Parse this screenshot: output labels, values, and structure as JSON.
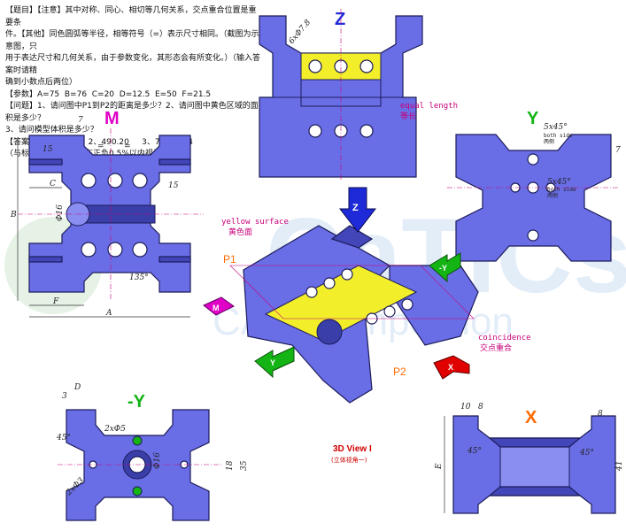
{
  "problem_text": {
    "line1": "【题目】【注意】其中对称、同心、相切等几何关系，交点重合位置是重要条",
    "line2": "件。【其他】同色圆弧等半径，相等符号（=）表示尺寸相同。（截图为示意图，只",
    "line3": "用于表达尺寸和几何关系，由于参数变化，其形态会有所变化。）（输入答案时请精",
    "line4": "确到小数点后两位）",
    "line5": "【参数】A=75  B=76  C=20  D=12.5  E=50  F=21.5",
    "line6": "【问题】1、请问图中P1到P2的距离是多少？2、请问图中黄色区域的面积是多少？",
    "line7": "3、请问模型体积是多少？",
    "line8": "【答案】 1、87.02     2、490.20     3、79100.84",
    "line9": "（与标准答案相对误差在正负0.5%以内视为正确）"
  },
  "views": {
    "m_label": "M",
    "z_label": "Z",
    "y_label": "Y",
    "negy_label": "-Y",
    "x_label": "X"
  },
  "dimensions": {
    "m": {
      "d7": "7",
      "d15a": "15",
      "d15b": "15",
      "C": "C",
      "B": "B",
      "phi16": "Φ16",
      "F": "F",
      "A": "A",
      "ang135": "135°",
      "eq1": "=",
      "eq2": "="
    },
    "z": {
      "hole": "6xΦ7.8"
    },
    "y": {
      "chamfer": "5x45°",
      "both_side": "both side",
      "both_side_cn": "两侧",
      "chamfer2": "5x45°",
      "both_side2": "both side",
      "both_side_cn2": "两侧",
      "d7": "7"
    },
    "negy": {
      "D": "D",
      "d3": "3",
      "ang45": "45°",
      "holes2": "2xΦ5",
      "holes2b": "2xΦ3",
      "phi16": "Φ16",
      "d18": "18",
      "d35": "35"
    },
    "x": {
      "d10": "10",
      "d8a": "8",
      "d8b": "8",
      "ang45a": "45°",
      "ang45b": "45°",
      "E": "E",
      "d41": "41"
    }
  },
  "annotations": {
    "equal_length": "equal length",
    "equal_length_cn": "等长",
    "yellow_surface": "yellow surface",
    "yellow_surface_cn": "黄色面",
    "p1": "P1",
    "p2": "P2",
    "coincidence": "coincidence",
    "coincidence_cn": "交点重合",
    "view3d": "3D View I",
    "view3d_cn": "(立体视角一)",
    "arrow_z": "Z",
    "arrow_y": "Y",
    "arrow_negy": "-Y",
    "arrow_m": "M",
    "arrow_x": "X"
  },
  "watermark": {
    "word1": "CaTICs",
    "word2": "CAD Competition"
  },
  "colors": {
    "body": "#6a6ee6",
    "body_dark": "#4246b8",
    "yellow": "#f2ee2a",
    "label_pink": "#e000c8",
    "label_green": "#14b414",
    "label_orange": "#ff6a00",
    "label_blue": "#1e2ad8",
    "annot": "#c8007a"
  }
}
